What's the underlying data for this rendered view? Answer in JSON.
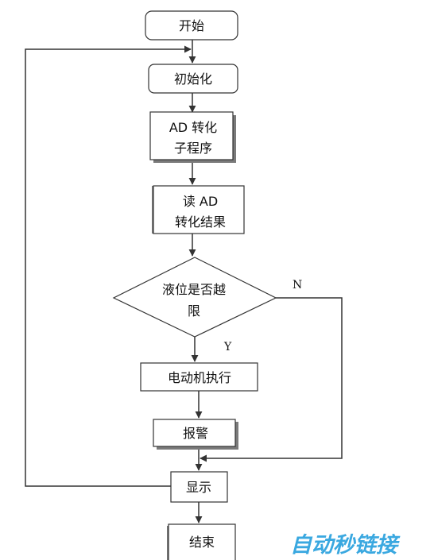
{
  "nodes": {
    "start": "开始",
    "init": "初始化",
    "ad_sub_line1": "AD 转化",
    "ad_sub_line2": "子程序",
    "read_line1": "读 AD",
    "read_line2": "转化结果",
    "decision_line1": "液位是否越",
    "decision_line2": "限",
    "motor": "电动机执行",
    "alarm": "报警",
    "display": "显示",
    "end": "结束"
  },
  "labels": {
    "yes": "Y",
    "no": "N"
  },
  "watermark": {
    "text": "自动秒链接",
    "color": "#3aa8e0"
  },
  "colors": {
    "line": "#333333",
    "box_border": "#333333",
    "shadow": "#7a7a7a"
  }
}
